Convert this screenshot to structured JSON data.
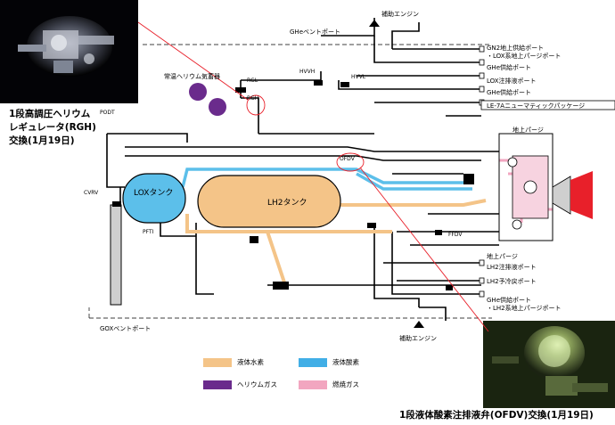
{
  "captions": {
    "top_left": [
      "1段高調圧ヘリウム",
      "レギュレータ(RGH)",
      "交換(1月19日)"
    ],
    "bottom_right": "1段液体酸素注排液弁(OFDV)交換(1月19日)"
  },
  "labels": {
    "aux_engine_top": "補助エンジン",
    "aux_engine_bottom": "補助エンジン",
    "ghe_vent_port": "GHeベントポート",
    "room_temp_he_tank": "常温ヘリウム気蓄器",
    "gn_port": [
      "GN2地上供給ポート",
      "・LOX系地上パージポート"
    ],
    "ghe_supply_1": "GHe供給ポート",
    "lox_fill_port": "LOX注排液ポート",
    "ghe_supply_2": "GHe供給ポート",
    "le7a_package": "LE-7Aニューマティックパッケージ",
    "ground_purge_top": "地上パージ",
    "ground_purge_mid": "地上パージ",
    "lh2_fill_port": "LH2注排液ポート",
    "lh2_precool_port": "LH2予冷戻ポート",
    "ghe_lh2_port": [
      "GHe供給ポート",
      "・LH2系地上パージポート"
    ],
    "gox_vent_port": "GOXベントポート",
    "lox_tank": "LOXタンク",
    "lh2_tank": "LH2タンク",
    "rgl": "RGL",
    "rgh": "RGH",
    "hvvh": "HVVH",
    "hvvl": "HVVL",
    "podt": "PODT",
    "cvrv": "CVRV",
    "pfti": "PFTI",
    "ofdv": "OFDV",
    "ffdv": "FFDV"
  },
  "legend": [
    {
      "label": "液体水素",
      "color": "#f4c488"
    },
    {
      "label": "液体酸素",
      "color": "#41aee6"
    },
    {
      "label": "ヘリウムガス",
      "color": "#6a2b8c"
    },
    {
      "label": "燃焼ガス",
      "color": "#f2a6c0"
    }
  ],
  "colors": {
    "lh2": "#f4c488",
    "lox": "#5cbfea",
    "helium": "#6a2b8c",
    "combustion": "#f2a6c0",
    "highlight": "#e8202a",
    "plume": "#e8202a"
  }
}
